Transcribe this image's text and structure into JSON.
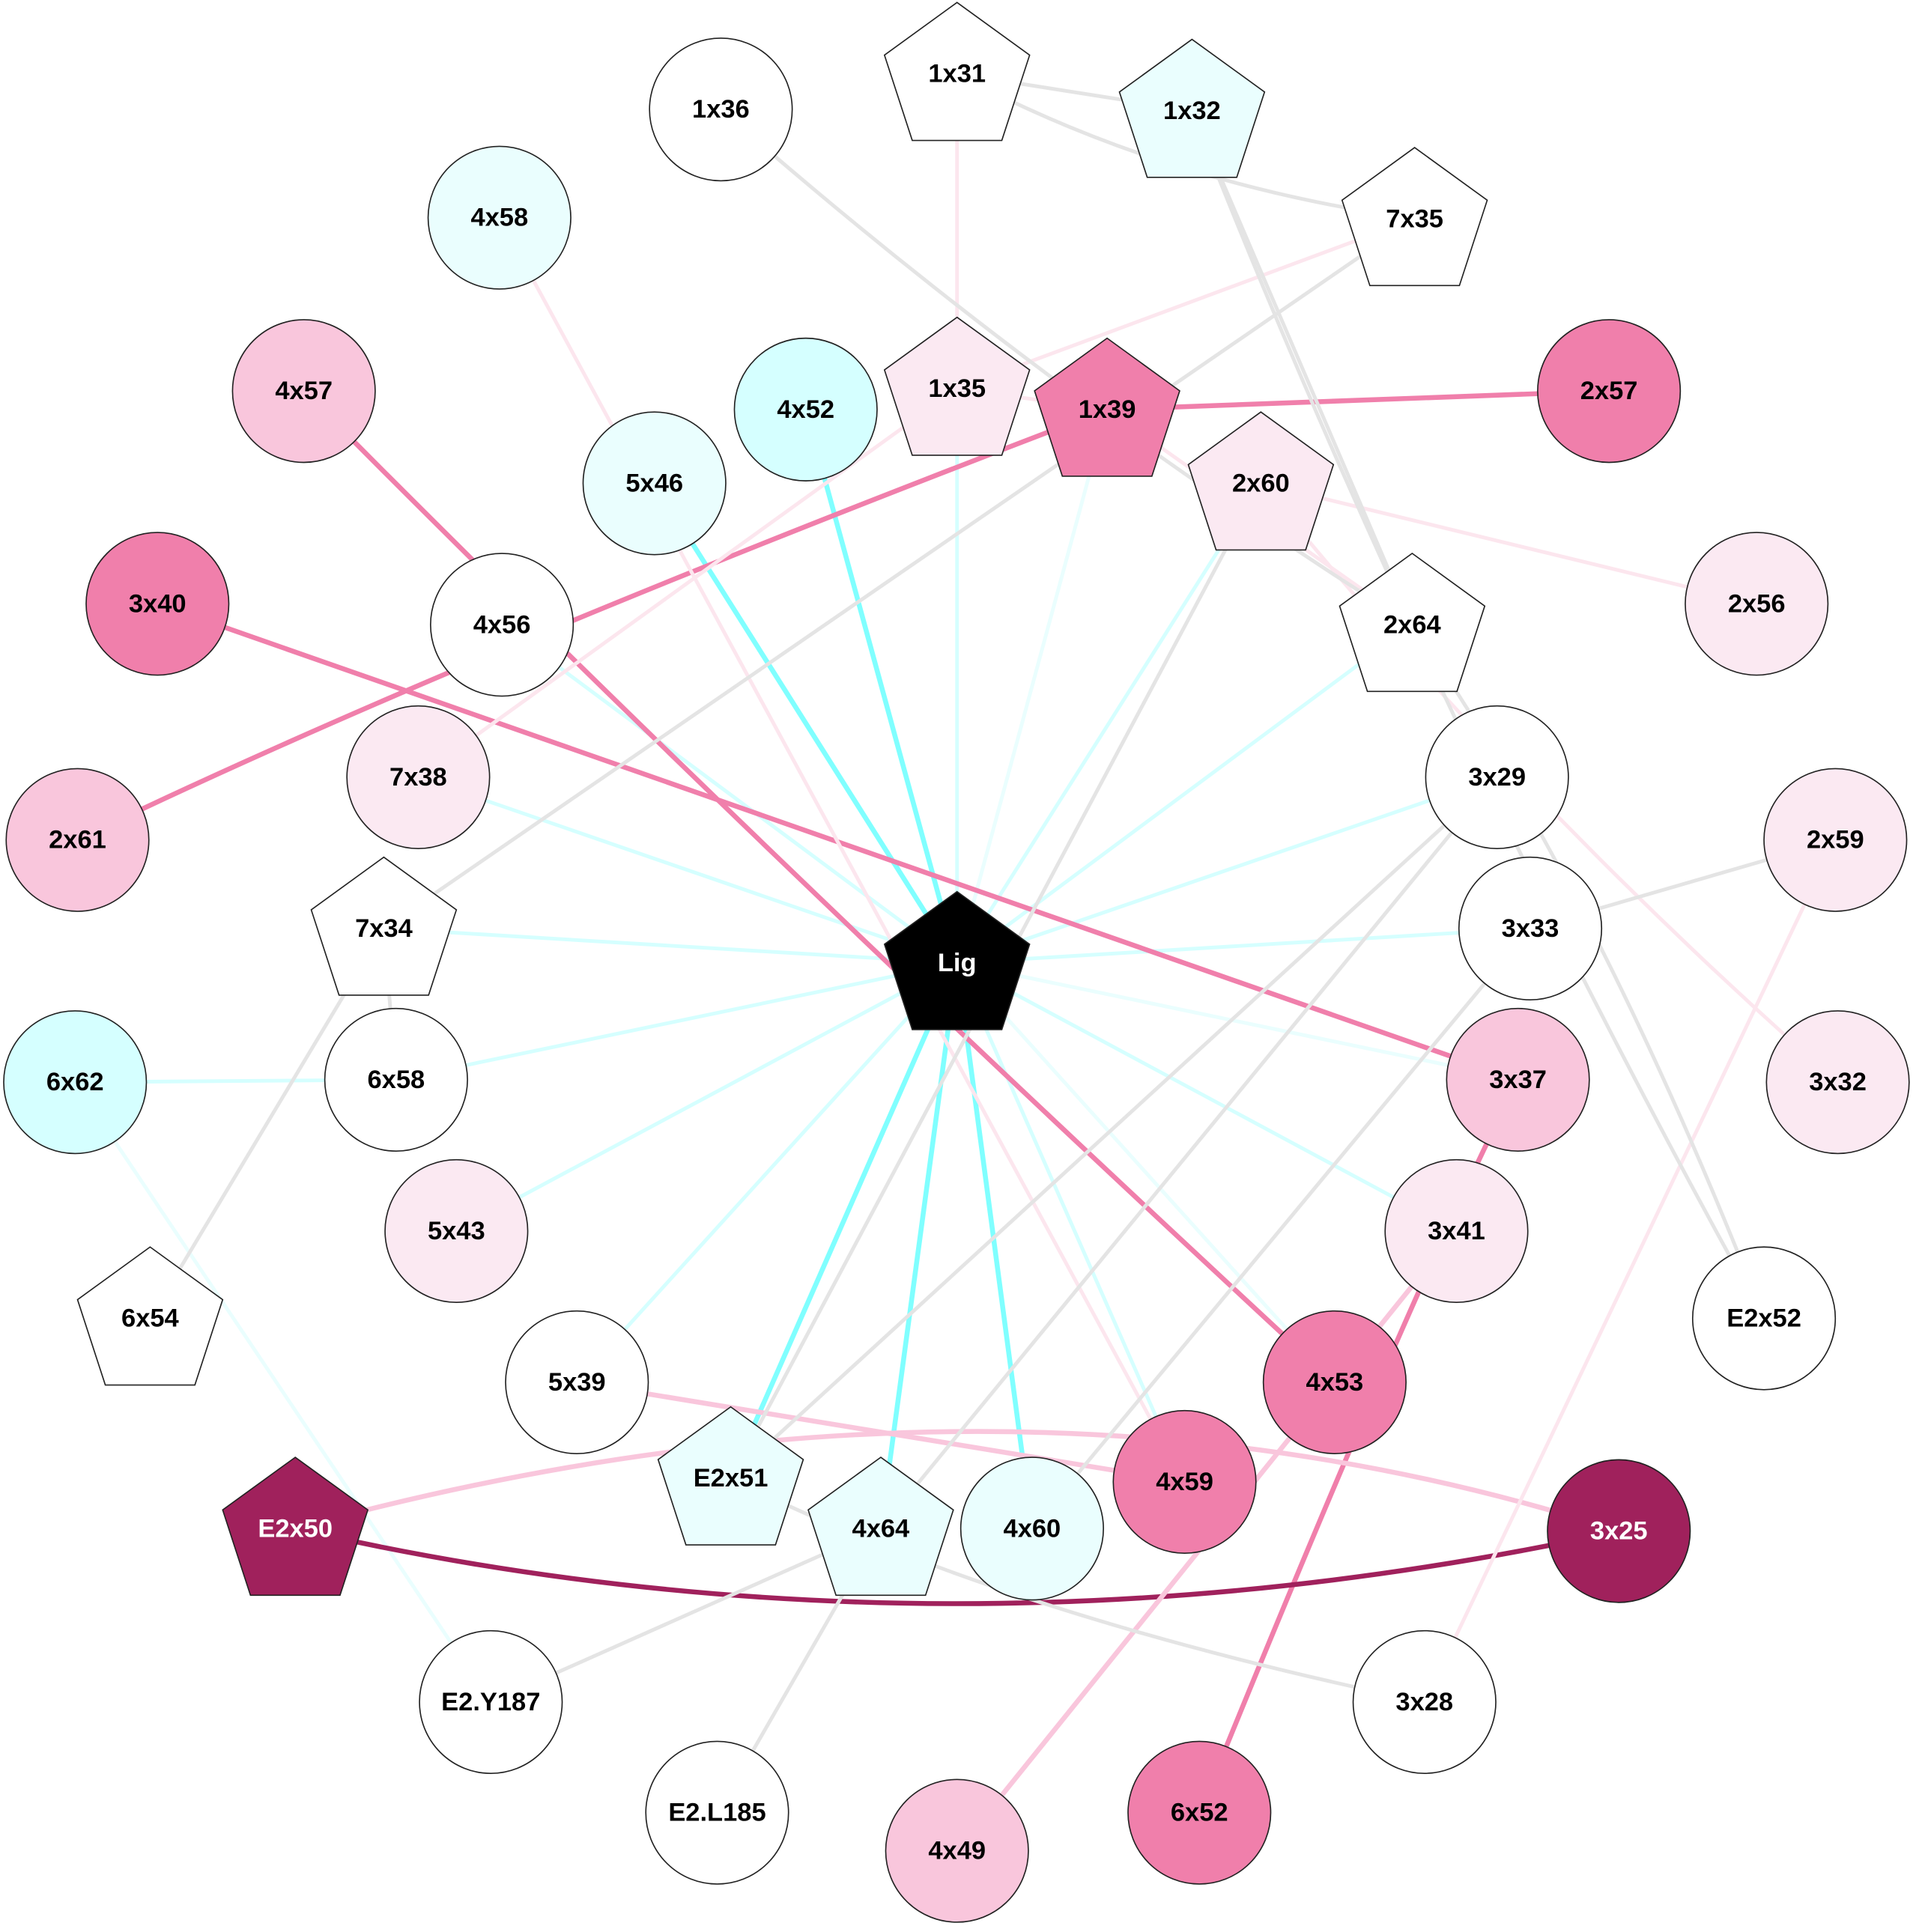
{
  "colors": {
    "white": "#ffffff",
    "light_cyan": "#eafefe",
    "cyan": "#d5ffff",
    "very_light_pink": "#fbe9f2",
    "light_pink": "#f9c6dc",
    "pink": "#f07fab",
    "dark_magenta": "#a0215c",
    "black": "#000000",
    "edge_cyan_strong": "#80ffff",
    "edge_cyan": "#d5ffff",
    "edge_cyan_faint": "#eafefe",
    "edge_pink": "#f07fab",
    "edge_light_pink": "#f9c6dc",
    "edge_faint_pink": "#fce6ee",
    "edge_gray": "#e4e4e4",
    "edge_magenta": "#a0215c"
  },
  "nodes": [
    {
      "id": "1x31",
      "label": "1x31",
      "shape": "pentagon",
      "fill": "white"
    },
    {
      "id": "1x32",
      "label": "1x32",
      "shape": "pentagon",
      "fill": "light_cyan"
    },
    {
      "id": "1x36",
      "label": "1x36",
      "shape": "circle",
      "fill": "white"
    },
    {
      "id": "7x35",
      "label": "7x35",
      "shape": "pentagon",
      "fill": "white"
    },
    {
      "id": "4x58",
      "label": "4x58",
      "shape": "circle",
      "fill": "light_cyan"
    },
    {
      "id": "4x57",
      "label": "4x57",
      "shape": "circle",
      "fill": "light_pink"
    },
    {
      "id": "1x35",
      "label": "1x35",
      "shape": "pentagon",
      "fill": "very_light_pink"
    },
    {
      "id": "4x52",
      "label": "4x52",
      "shape": "circle",
      "fill": "cyan"
    },
    {
      "id": "1x39",
      "label": "1x39",
      "shape": "pentagon",
      "fill": "pink"
    },
    {
      "id": "2x57",
      "label": "2x57",
      "shape": "circle",
      "fill": "pink"
    },
    {
      "id": "5x46",
      "label": "5x46",
      "shape": "circle",
      "fill": "light_cyan"
    },
    {
      "id": "2x60",
      "label": "2x60",
      "shape": "pentagon",
      "fill": "very_light_pink"
    },
    {
      "id": "3x40",
      "label": "3x40",
      "shape": "circle",
      "fill": "pink"
    },
    {
      "id": "4x56",
      "label": "4x56",
      "shape": "circle",
      "fill": "white"
    },
    {
      "id": "2x64",
      "label": "2x64",
      "shape": "pentagon",
      "fill": "white"
    },
    {
      "id": "2x56",
      "label": "2x56",
      "shape": "circle",
      "fill": "very_light_pink"
    },
    {
      "id": "7x38",
      "label": "7x38",
      "shape": "circle",
      "fill": "very_light_pink"
    },
    {
      "id": "3x29",
      "label": "3x29",
      "shape": "circle",
      "fill": "white"
    },
    {
      "id": "2x61",
      "label": "2x61",
      "shape": "circle",
      "fill": "light_pink"
    },
    {
      "id": "2x59",
      "label": "2x59",
      "shape": "circle",
      "fill": "very_light_pink"
    },
    {
      "id": "7x34",
      "label": "7x34",
      "shape": "pentagon",
      "fill": "white"
    },
    {
      "id": "3x33",
      "label": "3x33",
      "shape": "circle",
      "fill": "white"
    },
    {
      "id": "Lig",
      "label": "Lig",
      "shape": "pentagon",
      "fill": "black",
      "text": "white"
    },
    {
      "id": "6x62",
      "label": "6x62",
      "shape": "circle",
      "fill": "cyan"
    },
    {
      "id": "6x58",
      "label": "6x58",
      "shape": "circle",
      "fill": "white"
    },
    {
      "id": "3x37",
      "label": "3x37",
      "shape": "circle",
      "fill": "light_pink"
    },
    {
      "id": "3x32",
      "label": "3x32",
      "shape": "circle",
      "fill": "very_light_pink"
    },
    {
      "id": "5x43",
      "label": "5x43",
      "shape": "circle",
      "fill": "very_light_pink"
    },
    {
      "id": "3x41",
      "label": "3x41",
      "shape": "circle",
      "fill": "very_light_pink"
    },
    {
      "id": "6x54",
      "label": "6x54",
      "shape": "pentagon",
      "fill": "white"
    },
    {
      "id": "E2x52",
      "label": "E2x52",
      "shape": "circle",
      "fill": "white"
    },
    {
      "id": "5x39",
      "label": "5x39",
      "shape": "circle",
      "fill": "white"
    },
    {
      "id": "4x53",
      "label": "4x53",
      "shape": "circle",
      "fill": "pink"
    },
    {
      "id": "E2x51",
      "label": "E2x51",
      "shape": "pentagon",
      "fill": "light_cyan"
    },
    {
      "id": "4x59",
      "label": "4x59",
      "shape": "circle",
      "fill": "pink"
    },
    {
      "id": "4x64",
      "label": "4x64",
      "shape": "pentagon",
      "fill": "light_cyan"
    },
    {
      "id": "4x60",
      "label": "4x60",
      "shape": "circle",
      "fill": "light_cyan"
    },
    {
      "id": "E2x50",
      "label": "E2x50",
      "shape": "pentagon",
      "fill": "dark_magenta",
      "text": "white"
    },
    {
      "id": "3x25",
      "label": "3x25",
      "shape": "circle",
      "fill": "dark_magenta",
      "text": "white"
    },
    {
      "id": "E2.Y187",
      "label": "E2.Y187",
      "shape": "circle",
      "fill": "white"
    },
    {
      "id": "3x28",
      "label": "3x28",
      "shape": "circle",
      "fill": "white"
    },
    {
      "id": "E2.L185",
      "label": "E2.L185",
      "shape": "circle",
      "fill": "white"
    },
    {
      "id": "6x52",
      "label": "6x52",
      "shape": "circle",
      "fill": "pink"
    },
    {
      "id": "4x49",
      "label": "4x49",
      "shape": "circle",
      "fill": "light_pink"
    }
  ],
  "edges": [
    {
      "s": "Lig",
      "t": "4x52",
      "color": "edge_cyan_strong",
      "w": 4
    },
    {
      "s": "Lig",
      "t": "5x46",
      "color": "edge_cyan_strong",
      "w": 4
    },
    {
      "s": "Lig",
      "t": "E2x51",
      "color": "edge_cyan_strong",
      "w": 4
    },
    {
      "s": "Lig",
      "t": "4x64",
      "color": "edge_cyan_strong",
      "w": 4
    },
    {
      "s": "Lig",
      "t": "4x60",
      "color": "edge_cyan_strong",
      "w": 4
    },
    {
      "s": "Lig",
      "t": "1x35",
      "color": "edge_cyan",
      "w": 3
    },
    {
      "s": "Lig",
      "t": "1x39",
      "color": "edge_cyan_faint",
      "w": 3
    },
    {
      "s": "Lig",
      "t": "2x60",
      "color": "edge_cyan",
      "w": 3
    },
    {
      "s": "Lig",
      "t": "2x64",
      "color": "edge_cyan",
      "w": 3
    },
    {
      "s": "Lig",
      "t": "3x29",
      "color": "edge_cyan",
      "w": 3
    },
    {
      "s": "Lig",
      "t": "3x33",
      "color": "edge_cyan",
      "w": 3
    },
    {
      "s": "Lig",
      "t": "3x37",
      "color": "edge_cyan_faint",
      "w": 3
    },
    {
      "s": "Lig",
      "t": "3x41",
      "color": "edge_cyan",
      "w": 3
    },
    {
      "s": "Lig",
      "t": "4x56",
      "color": "edge_cyan",
      "w": 3
    },
    {
      "s": "Lig",
      "t": "7x38",
      "color": "edge_cyan",
      "w": 3
    },
    {
      "s": "Lig",
      "t": "7x34",
      "color": "edge_cyan",
      "w": 3
    },
    {
      "s": "Lig",
      "t": "6x58",
      "color": "edge_cyan",
      "w": 3
    },
    {
      "s": "Lig",
      "t": "5x43",
      "color": "edge_cyan",
      "w": 3
    },
    {
      "s": "Lig",
      "t": "5x39",
      "color": "edge_cyan",
      "w": 3
    },
    {
      "s": "Lig",
      "t": "4x53",
      "color": "edge_cyan_faint",
      "w": 3
    },
    {
      "s": "Lig",
      "t": "4x59",
      "color": "edge_cyan",
      "w": 3
    },
    {
      "s": "6x62",
      "t": "6x58",
      "color": "edge_cyan",
      "w": 3
    },
    {
      "s": "6x62",
      "t": "E2.Y187",
      "color": "edge_cyan_faint",
      "w": 3
    },
    {
      "s": "4x57",
      "t": "4x53",
      "color": "edge_pink",
      "w": 4
    },
    {
      "s": "3x40",
      "t": "3x37",
      "color": "edge_pink",
      "w": 4
    },
    {
      "s": "1x39",
      "t": "2x57",
      "color": "edge_pink",
      "w": 4
    },
    {
      "s": "1x39",
      "t": "2x61",
      "color": "edge_pink",
      "w": 4
    },
    {
      "s": "3x37",
      "t": "6x52",
      "color": "edge_pink",
      "w": 4
    },
    {
      "s": "E2x50",
      "t": "3x25",
      "color": "edge_magenta",
      "w": 4
    },
    {
      "s": "E2x50",
      "t": "3x25",
      "color": "edge_light_pink",
      "w": 4
    },
    {
      "s": "5x39",
      "t": "4x59",
      "color": "edge_light_pink",
      "w": 4
    },
    {
      "s": "3x41",
      "t": "4x49",
      "color": "edge_light_pink",
      "w": 4
    },
    {
      "s": "1x31",
      "t": "1x35",
      "color": "edge_faint_pink",
      "w": 3
    },
    {
      "s": "7x35",
      "t": "1x35",
      "color": "edge_faint_pink",
      "w": 3
    },
    {
      "s": "1x35",
      "t": "1x39",
      "color": "edge_faint_pink",
      "w": 3
    },
    {
      "s": "4x58",
      "t": "4x59",
      "color": "edge_faint_pink",
      "w": 3
    },
    {
      "s": "1x35",
      "t": "7x38",
      "color": "edge_faint_pink",
      "w": 3
    },
    {
      "s": "1x39",
      "t": "2x64",
      "color": "edge_faint_pink",
      "w": 3
    },
    {
      "s": "2x60",
      "t": "2x56",
      "color": "edge_faint_pink",
      "w": 3
    },
    {
      "s": "2x60",
      "t": "3x32",
      "color": "edge_faint_pink",
      "w": 3
    },
    {
      "s": "2x59",
      "t": "3x28",
      "color": "edge_faint_pink",
      "w": 3
    },
    {
      "s": "1x31",
      "t": "1x32",
      "color": "edge_gray",
      "w": 3
    },
    {
      "s": "1x31",
      "t": "7x35",
      "color": "edge_gray",
      "w": 3
    },
    {
      "s": "1x36",
      "t": "2x64",
      "color": "edge_gray",
      "w": 3
    },
    {
      "s": "1x32",
      "t": "2x64",
      "color": "edge_gray",
      "w": 3
    },
    {
      "s": "1x32",
      "t": "E2x52",
      "color": "edge_gray",
      "w": 3
    },
    {
      "s": "7x35",
      "t": "7x34",
      "color": "edge_gray",
      "w": 3
    },
    {
      "s": "2x60",
      "t": "E2x51",
      "color": "edge_gray",
      "w": 3
    },
    {
      "s": "2x64",
      "t": "E2x52",
      "color": "edge_gray",
      "w": 3
    },
    {
      "s": "3x29",
      "t": "E2x51",
      "color": "edge_gray",
      "w": 3
    },
    {
      "s": "3x29",
      "t": "4x64",
      "color": "edge_gray",
      "w": 3
    },
    {
      "s": "3x33",
      "t": "4x60",
      "color": "edge_gray",
      "w": 3
    },
    {
      "s": "3x33",
      "t": "2x59",
      "color": "edge_gray",
      "w": 3
    },
    {
      "s": "7x34",
      "t": "6x58",
      "color": "edge_gray",
      "w": 3
    },
    {
      "s": "7x34",
      "t": "6x54",
      "color": "edge_gray",
      "w": 3
    },
    {
      "s": "4x64",
      "t": "E2.Y187",
      "color": "edge_gray",
      "w": 3
    },
    {
      "s": "4x64",
      "t": "E2.L185",
      "color": "edge_gray",
      "w": 3
    },
    {
      "s": "E2x51",
      "t": "3x28",
      "color": "edge_gray",
      "w": 3
    }
  ]
}
